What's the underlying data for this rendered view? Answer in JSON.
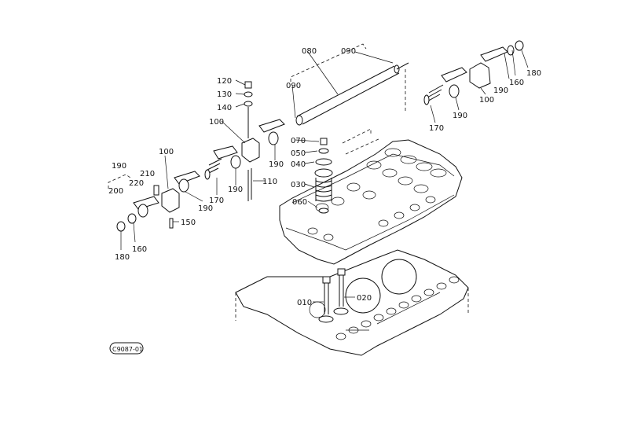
{
  "diagram": {
    "drawing_code": "C9087-01",
    "callouts": {
      "c010": "010",
      "c020": "020",
      "c030": "030",
      "c040": "040",
      "c050": "050",
      "c060": "060",
      "c070": "070",
      "c080": "080",
      "c090_a": "090",
      "c090_b": "090",
      "c100_a": "100",
      "c100_b": "100",
      "c100_c": "100",
      "c110": "110",
      "c120": "120",
      "c130": "130",
      "c140": "140",
      "c150": "150",
      "c160_a": "160",
      "c160_b": "160",
      "c170_a": "170",
      "c170_b": "170",
      "c180_a": "180",
      "c180_b": "180",
      "c190_a": "190",
      "c190_b": "190",
      "c190_c": "190",
      "c190_d": "190",
      "c190_e": "190",
      "c200": "200",
      "c210": "210",
      "c220": "220"
    }
  }
}
